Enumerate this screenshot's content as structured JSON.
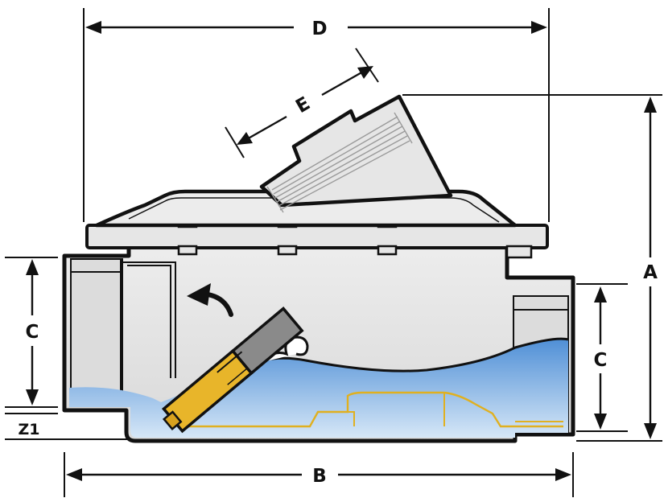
{
  "dimensions": {
    "a": "A",
    "b": "B",
    "c_left": "C",
    "c_right": "C",
    "d": "D",
    "e": "E",
    "z1": "Z1"
  },
  "colors": {
    "outline": "#111111",
    "body_fill": "#e4e4e4",
    "water_top": "#4f8fd6",
    "water_bottom": "#cfe2f5",
    "float_yellow": "#e8b52a",
    "float_gray": "#8a8a8a",
    "inner_outline_yellow": "#e0b020"
  }
}
